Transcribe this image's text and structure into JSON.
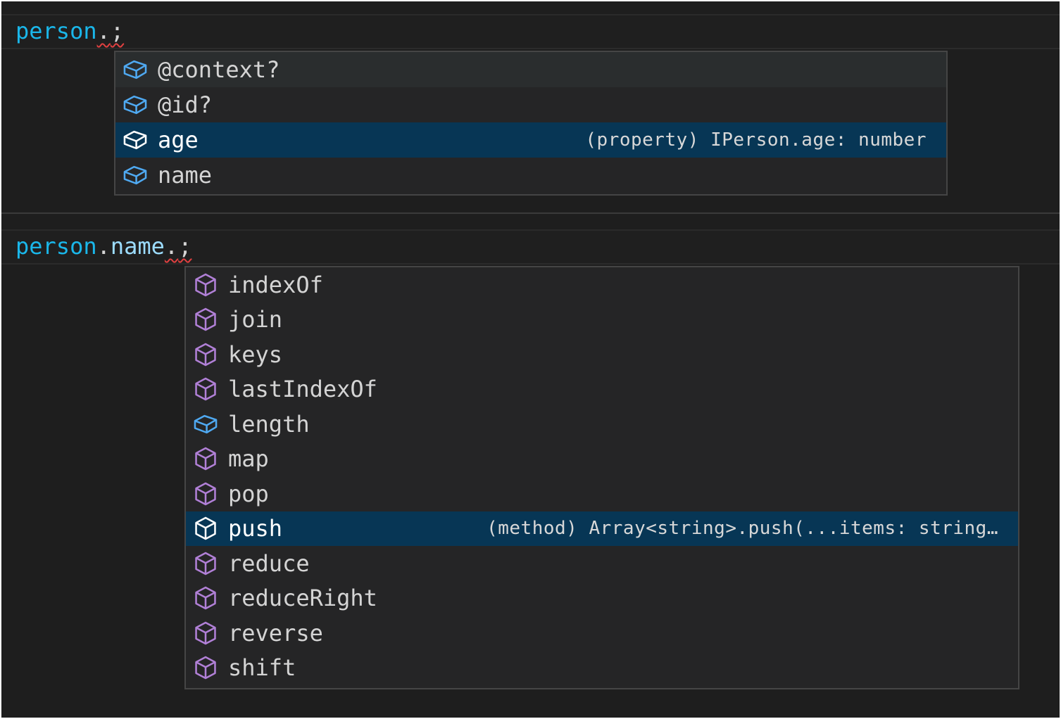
{
  "colors": {
    "editor_bg": "#1e1e1e",
    "widget_bg": "#252526",
    "selected_bg": "#073655",
    "variable": "#1ab7ea",
    "property_icon": "#4fa9f1",
    "method_icon": "#b180d7",
    "squiggle": "#e04040"
  },
  "top": {
    "code": {
      "var": "person",
      "dot": ".",
      "semi": ";"
    },
    "suggestions": [
      {
        "label": "@context?",
        "kind": "property",
        "icon": "property-icon",
        "state": "hover",
        "detail": ""
      },
      {
        "label": "@id?",
        "kind": "property",
        "icon": "property-icon",
        "state": "",
        "detail": ""
      },
      {
        "label": "age",
        "kind": "property",
        "icon": "property-icon",
        "state": "selected",
        "detail": "(property) IPerson.age: number"
      },
      {
        "label": "name",
        "kind": "property",
        "icon": "property-icon",
        "state": "",
        "detail": ""
      }
    ]
  },
  "bottom": {
    "code": {
      "var": "person",
      "dot1": ".",
      "prop": "name",
      "dot2": ".",
      "semi": ";"
    },
    "suggestions": [
      {
        "label": "indexOf",
        "kind": "method",
        "icon": "method-icon",
        "state": "",
        "detail": ""
      },
      {
        "label": "join",
        "kind": "method",
        "icon": "method-icon",
        "state": "",
        "detail": ""
      },
      {
        "label": "keys",
        "kind": "method",
        "icon": "method-icon",
        "state": "",
        "detail": ""
      },
      {
        "label": "lastIndexOf",
        "kind": "method",
        "icon": "method-icon",
        "state": "",
        "detail": ""
      },
      {
        "label": "length",
        "kind": "property",
        "icon": "property-icon",
        "state": "",
        "detail": ""
      },
      {
        "label": "map",
        "kind": "method",
        "icon": "method-icon",
        "state": "",
        "detail": ""
      },
      {
        "label": "pop",
        "kind": "method",
        "icon": "method-icon",
        "state": "",
        "detail": ""
      },
      {
        "label": "push",
        "kind": "method",
        "icon": "method-icon",
        "state": "selected",
        "detail": "(method) Array<string>.push(...items: string…"
      },
      {
        "label": "reduce",
        "kind": "method",
        "icon": "method-icon",
        "state": "",
        "detail": ""
      },
      {
        "label": "reduceRight",
        "kind": "method",
        "icon": "method-icon",
        "state": "",
        "detail": ""
      },
      {
        "label": "reverse",
        "kind": "method",
        "icon": "method-icon",
        "state": "",
        "detail": ""
      },
      {
        "label": "shift",
        "kind": "method",
        "icon": "method-icon",
        "state": "",
        "detail": ""
      }
    ]
  }
}
